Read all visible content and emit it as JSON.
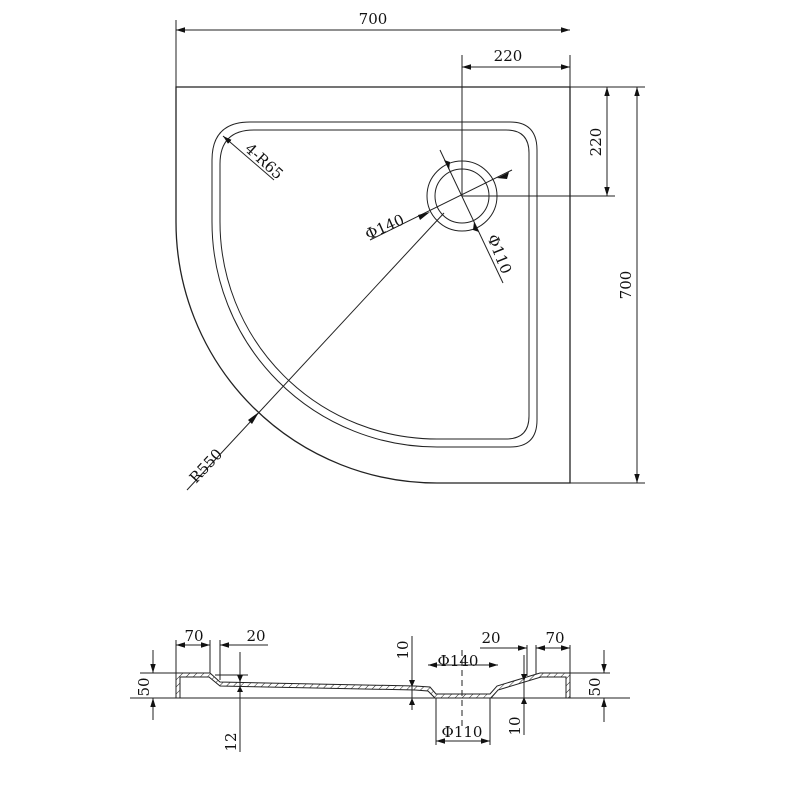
{
  "plan": {
    "dim_width": "700",
    "dim_height": "700",
    "dim_drain_x": "220",
    "dim_drain_y": "220",
    "corner_radius": "4-R65",
    "arc_radius": "R550",
    "drain_outer": "Φ140",
    "drain_inner": "Φ110"
  },
  "section": {
    "left_height": "50",
    "right_height": "50",
    "left_rim": "70",
    "left_step": "20",
    "right_rim": "70",
    "right_step": "20",
    "floor_thickness": "12",
    "center_depth": "10",
    "drain_depth": "10",
    "drain_outer": "Φ140",
    "drain_inner": "Φ110"
  }
}
